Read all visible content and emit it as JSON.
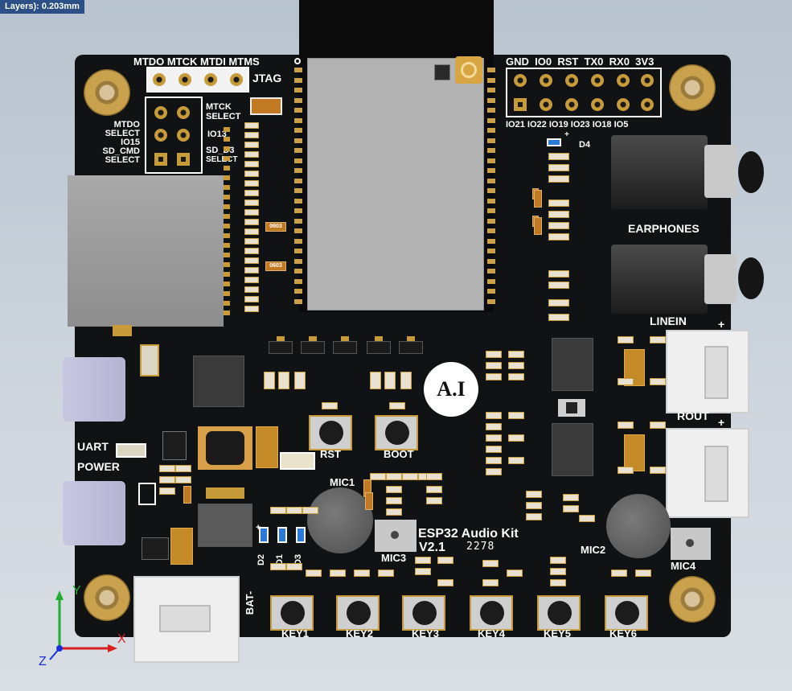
{
  "status_bar": {
    "text": "Layers): 0.203mm"
  },
  "jtag": {
    "top_labels": "MTDO MTCK MTDI MTMS",
    "title": "JTAG",
    "left_labels": [
      "MTDO",
      "SELECT",
      "IO15",
      "SD_CMD",
      "SELECT"
    ],
    "right_labels": [
      "MTCK",
      "SELECT",
      "IO13",
      "SD_D3",
      "SELECT"
    ]
  },
  "header_top": {
    "labels": [
      "GND",
      "IO0",
      "RST",
      "TX0",
      "RX0",
      "3V3"
    ],
    "bottom_labels": [
      "IO21",
      "IO22",
      "IO19",
      "IO23",
      "IO18",
      "IO5"
    ]
  },
  "ports": {
    "earphones": "EARPHONES",
    "linein": "LINEIN",
    "rout": "ROUT",
    "uart": "UART",
    "power": "POWER",
    "bat": "BAT-",
    "plus": "+"
  },
  "components": {
    "d4": "D4",
    "d1": "D1",
    "d2": "D2",
    "d3": "D3",
    "mic1": "MIC1",
    "mic2": "MIC2",
    "mic3": "MIC3",
    "mic4": "MIC4",
    "rst": "RST",
    "boot": "BOOT",
    "r0603": "0603",
    "logo": "A.I"
  },
  "board_title": {
    "line1": "ESP32 Audio Kit",
    "line2": "V2.1",
    "code": "2278"
  },
  "keys": [
    "KEY1",
    "KEY2",
    "KEY3",
    "KEY4",
    "KEY5",
    "KEY6"
  ],
  "axes": {
    "y": "Y",
    "x": "X",
    "z": "Z"
  },
  "colors": {
    "board": "#111214",
    "gold": "#c79a3a",
    "silkscreen": "#ffffff",
    "status_bar": "#2b4f86"
  }
}
